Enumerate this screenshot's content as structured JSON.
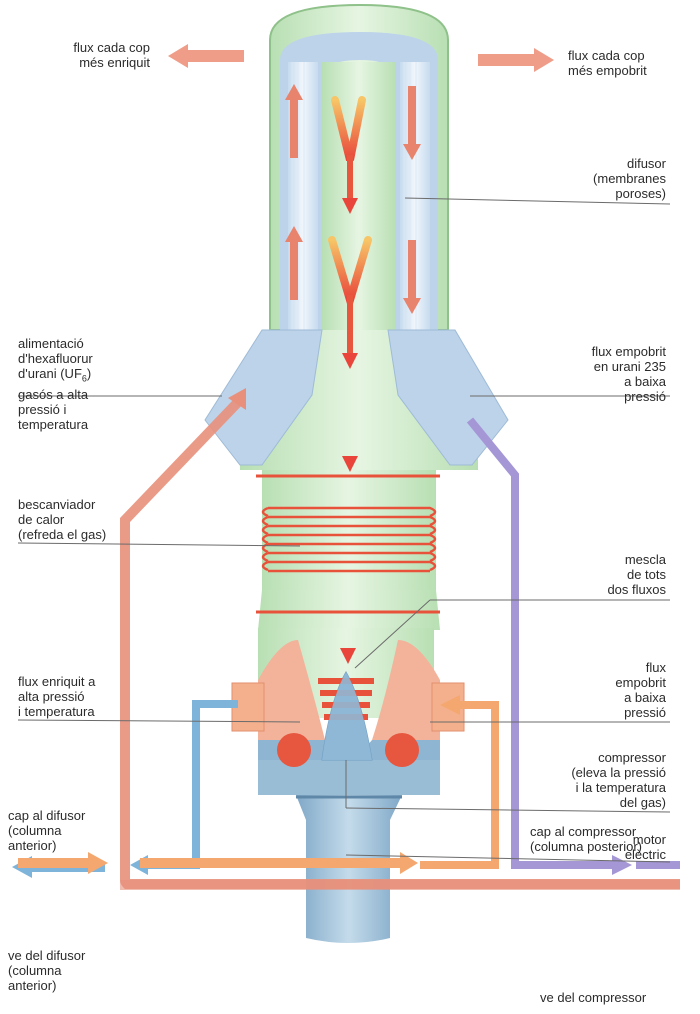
{
  "labels": {
    "top_left": "flux cada cop\nmés enriquit",
    "top_right": "flux cada cop\nmés empobrit",
    "diffuser": "difusor\n(membranes\nporoses)",
    "feed": "alimentació\nd'hexafluorur\nd'urani (UF",
    "feed_sub": "6",
    "feed_tail": ")\ngasós a alta\npressió i\ntemperatura",
    "depleted_low": "flux empobrit\nen urani 235\na baixa\npressió",
    "heat_exchanger": "bescanviador\nde calor\n(refreda el gas)",
    "mix": "mescla\nde tots\ndos fluxos",
    "enriched_high": "flux enriquit a\nalta pressió\ni temperatura",
    "depleted_flow": "flux\nempobrit\na baixa\npressió",
    "compressor": "compressor\n(eleva la pressió\ni la temperatura\ndel gas)",
    "motor": "motor\nelèctric",
    "to_diffuser": "cap al difusor\n(columna\nanterior)",
    "from_diffuser": "ve del difusor\n(columna\nanterior)",
    "to_compressor": "cap al compressor\n(columna posterior)",
    "from_compressor": "ve del compressor"
  },
  "colors": {
    "column": "#c4e6c0",
    "column_light": "#e3f3df",
    "diffuser_blue": "#bcd3ea",
    "enriched_flow": "#e58a73",
    "depleted_flow": "#a596d6",
    "return_blue": "#7fb4da",
    "feed_orange": "#f0a06e",
    "motor": "#8eb5d2",
    "coil": "#e8523b"
  }
}
